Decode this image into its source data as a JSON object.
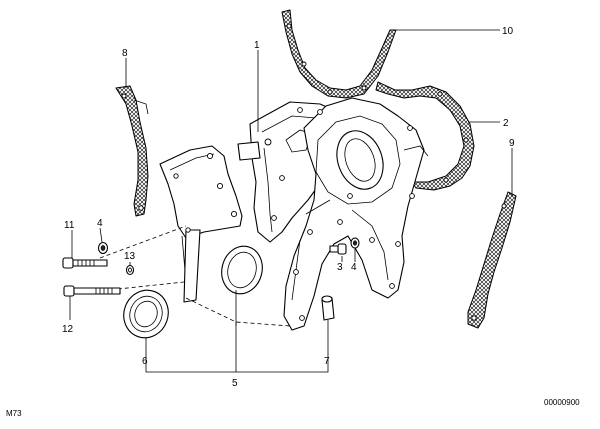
{
  "callouts": [
    {
      "id": "c1",
      "text": "1"
    },
    {
      "id": "c2",
      "text": "2"
    },
    {
      "id": "c3",
      "text": "3"
    },
    {
      "id": "c4a",
      "text": "4"
    },
    {
      "id": "c4b",
      "text": "4"
    },
    {
      "id": "c5",
      "text": "5"
    },
    {
      "id": "c6",
      "text": "6"
    },
    {
      "id": "c7",
      "text": "7"
    },
    {
      "id": "c8",
      "text": "8"
    },
    {
      "id": "c9",
      "text": "9"
    },
    {
      "id": "c10",
      "text": "10"
    },
    {
      "id": "c11",
      "text": "11"
    },
    {
      "id": "c12",
      "text": "12"
    },
    {
      "id": "c13",
      "text": "13"
    }
  ],
  "corner_label": "M73",
  "drawing_number": "00000900"
}
